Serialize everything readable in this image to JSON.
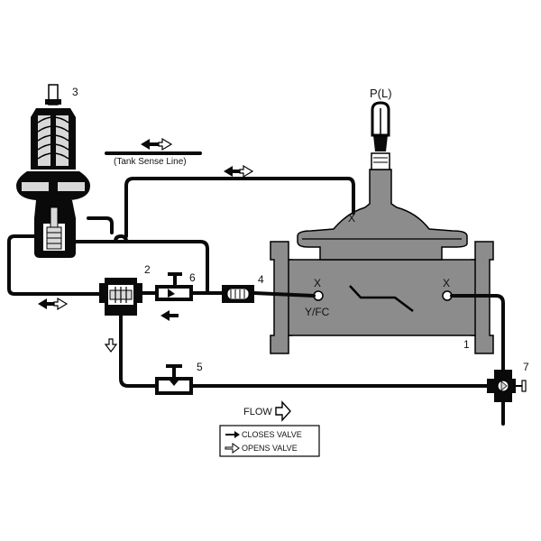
{
  "labels": {
    "pilot_3": "3",
    "tank_sense": "(Tank Sense Line)",
    "valve_pl": "P(L)",
    "item_2": "2",
    "item_6": "6",
    "item_4": "4",
    "item_5": "5",
    "item_1": "1",
    "item_7": "7",
    "port_x_top": "X",
    "port_x_left": "X",
    "port_x_right": "X",
    "port_yfc": "Y/FC",
    "flow": "FLOW"
  },
  "legend": {
    "closes": "CLOSES VALVE",
    "opens": "OPENS VALVE"
  },
  "colors": {
    "line": "#0a0a0a",
    "body": "#8c8c8c",
    "spring_fill": "#d8d8d8"
  }
}
